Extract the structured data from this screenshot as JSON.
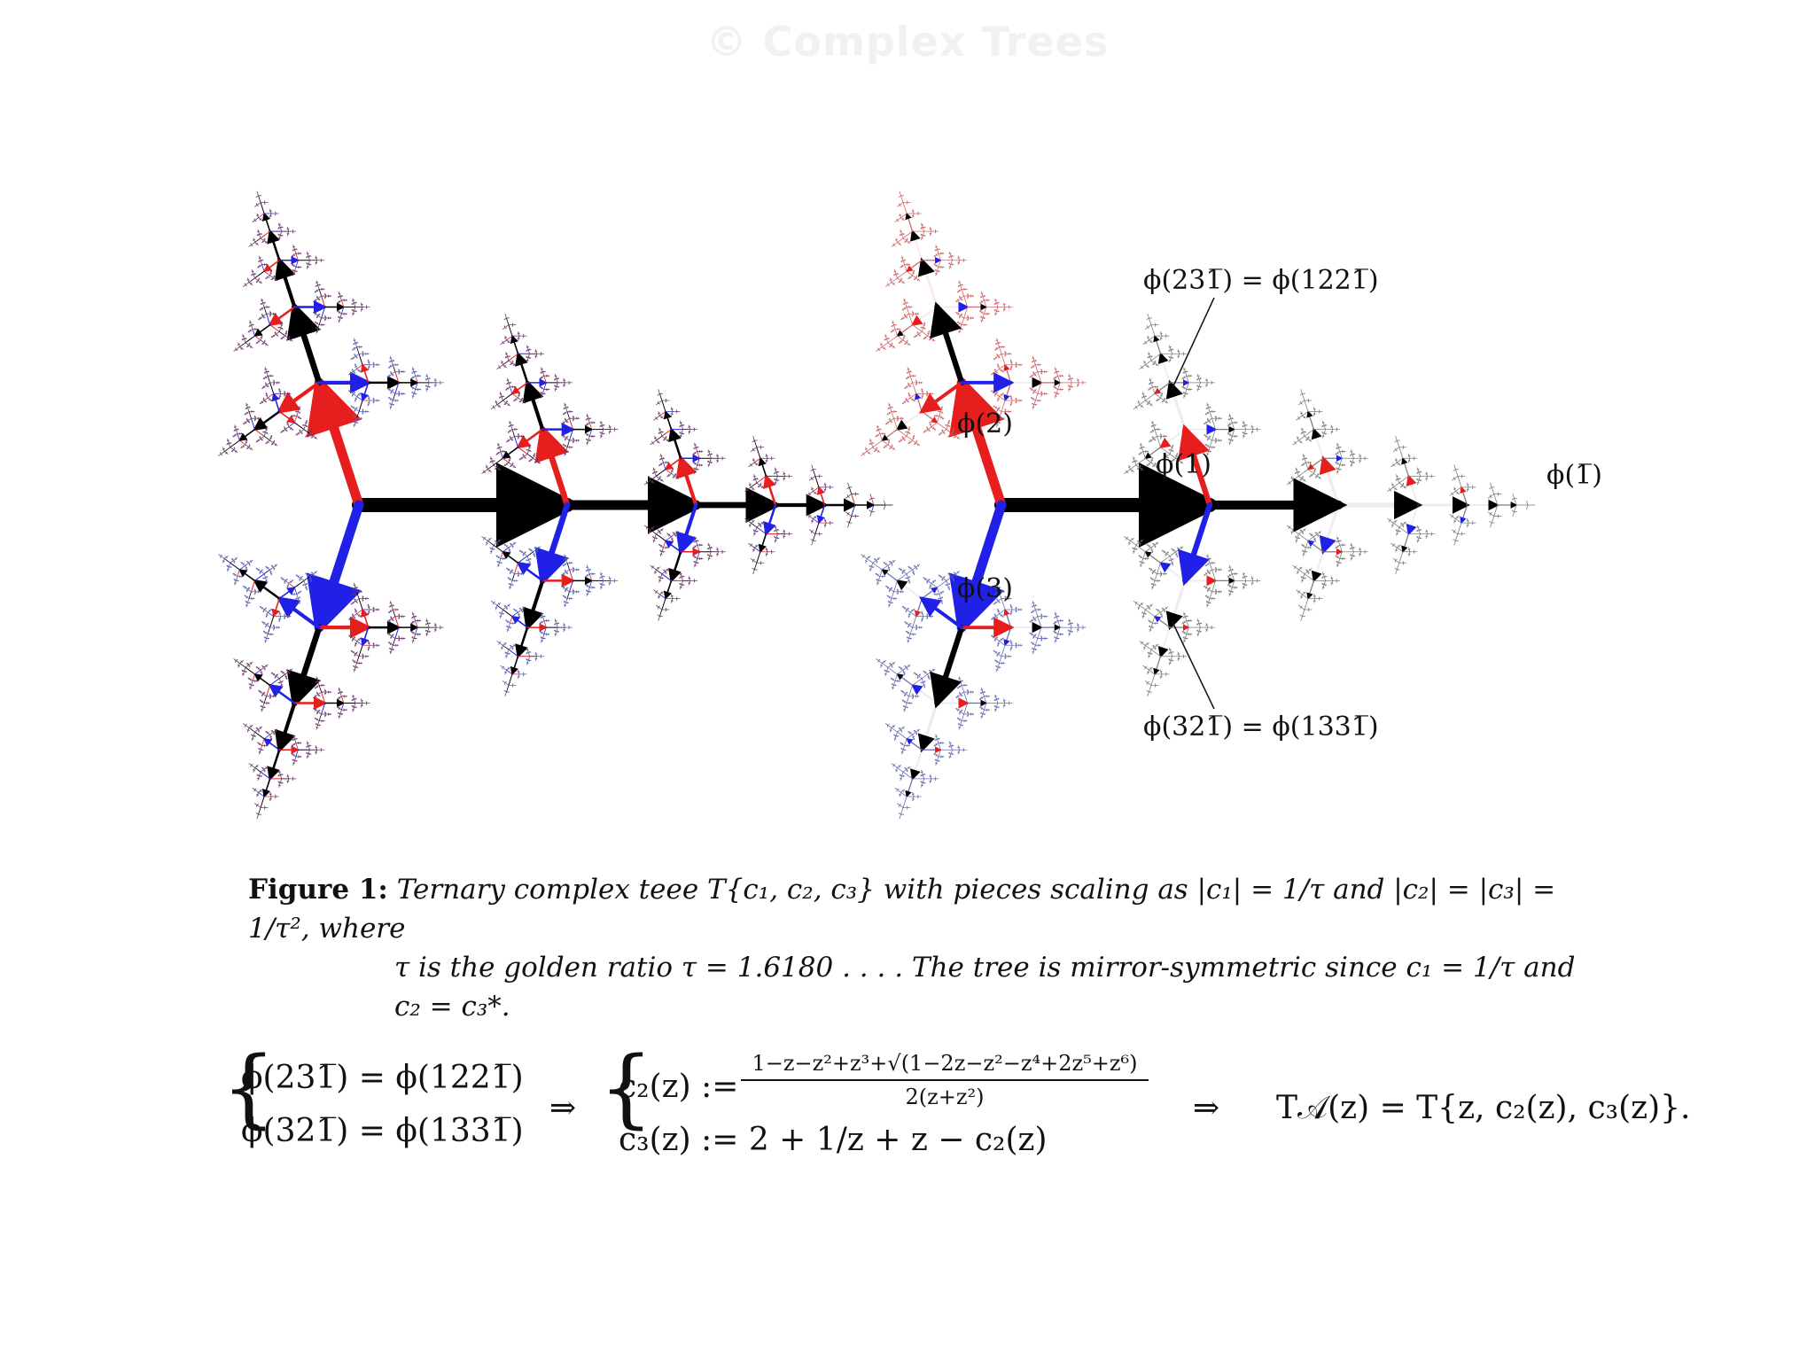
{
  "watermark": "© Complex Trees",
  "colors": {
    "red": "#e61e1e",
    "blue": "#2020e6",
    "black": "#000000",
    "fractal_purple": "#6b3a6b",
    "fractal_red": "#c8585a",
    "fractal_blue": "#5a5fa8",
    "fractal_gray": "#707070"
  },
  "figure": {
    "right_panel_labels": {
      "phi2": "ϕ(2)",
      "phi1": "ϕ(1)",
      "phi3": "ϕ(3)",
      "phi1bar": "ϕ(1̅)",
      "top_identity": "ϕ(231̅) = ϕ(1221̅)",
      "bottom_identity": "ϕ(321̅) = ϕ(1331̅)"
    }
  },
  "caption": {
    "head": "Figure 1:",
    "line1": "Ternary complex teee T{c₁, c₂, c₃} with pieces scaling as |c₁| = 1/τ and |c₂| = |c₃| = 1/τ², where",
    "line2": "τ is the golden ratio τ = 1.6180 . . . . The tree is mirror-symmetric since c₁ = 1/τ and c₂ = c₃*."
  },
  "equations": {
    "left_line1": "ϕ(231̅) = ϕ(1221̅)",
    "left_line2": "ϕ(321̅) = ϕ(1331̅)",
    "implies": "⇒",
    "c2_lhs": "c₂(z) :=",
    "c2_num": "1−z−z²+z³+√(1−2z−z²−z⁴+2z⁵+z⁶)",
    "c2_den": "2(z+z²)",
    "c3_def": "c₃(z) := 2 + 1/z + z − c₂(z)",
    "result": "T𝒜(z) = T{z, c₂(z), c₃(z)}."
  }
}
